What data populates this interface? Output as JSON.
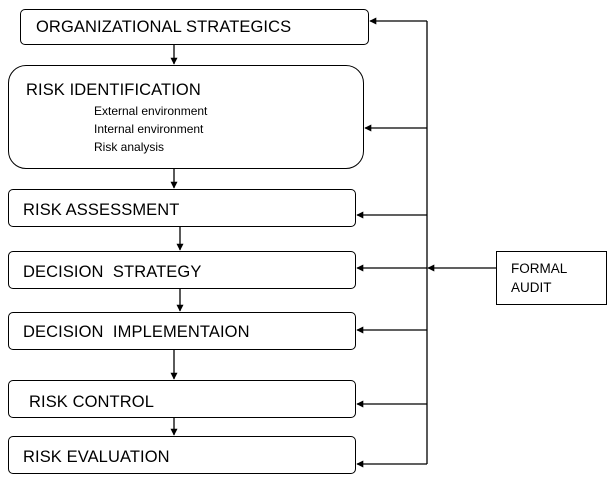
{
  "steps": [
    {
      "label": "ORGANIZATIONAL STRATEGICS"
    },
    {
      "label": "RISK IDENTIFICATION",
      "sub_items": [
        "External environment",
        "Internal environment",
        "Risk analysis"
      ]
    },
    {
      "label": "RISK ASSESSMENT"
    },
    {
      "label": "DECISION  STRATEGY"
    },
    {
      "label": "DECISION  IMPLEMENTAION"
    },
    {
      "label": "RISK CONTROL"
    },
    {
      "label": "RISK EVALUATION"
    }
  ],
  "feedback_source": {
    "lines": [
      "FORMAL",
      "AUDIT"
    ]
  },
  "colors": {
    "stroke": "#000000",
    "background": "#ffffff"
  }
}
